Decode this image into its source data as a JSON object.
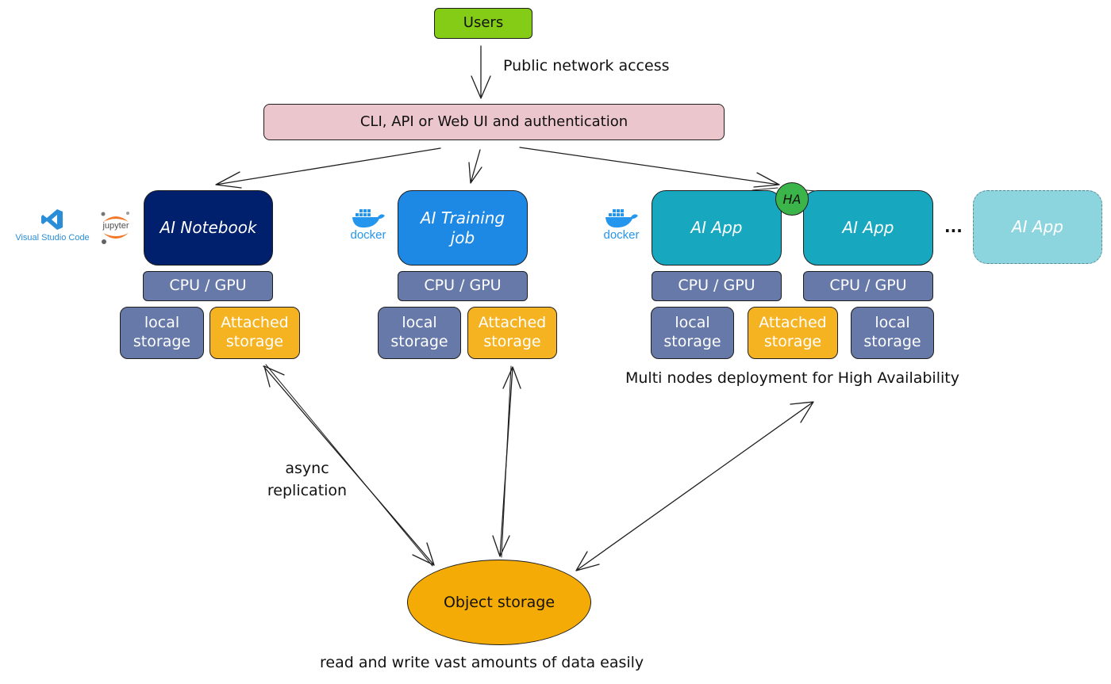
{
  "users": "Users",
  "public_access": "Public network access",
  "gateway": "CLI, API or Web UI and authentication",
  "notebook": {
    "title": "AI Notebook",
    "cpu": "CPU / GPU",
    "local": "local storage",
    "attached": "Attached storage"
  },
  "training": {
    "title": "AI Training job",
    "cpu": "CPU / GPU",
    "local": "local storage",
    "attached": "Attached storage"
  },
  "app": {
    "title": "AI App",
    "cpu": "CPU / GPU",
    "local": "local storage",
    "attached": "Attached storage",
    "ha": "HA",
    "more": "...",
    "multi_nodes": "Multi nodes deployment for High Availability"
  },
  "logos": {
    "vscode": "Visual Studio Code",
    "jupyter": "jupyter",
    "docker": "docker"
  },
  "async_replication": "async replication",
  "object_storage": "Object storage",
  "footer": "read and write vast amounts of data easily",
  "colors": {
    "users": "#84cc16",
    "gateway": "#ebc6cd",
    "notebook": "#001f6c",
    "training": "#1e88e5",
    "app": "#17a8c0",
    "app_scaled": "#8cd5df",
    "cpu": "#6779a9",
    "attached": "#f5b322",
    "ha": "#3bb54a",
    "object_storage": "#f5ab06",
    "docker": "#2496ed",
    "vscode": "#2a8dd7",
    "jupyter": "#f37726"
  }
}
